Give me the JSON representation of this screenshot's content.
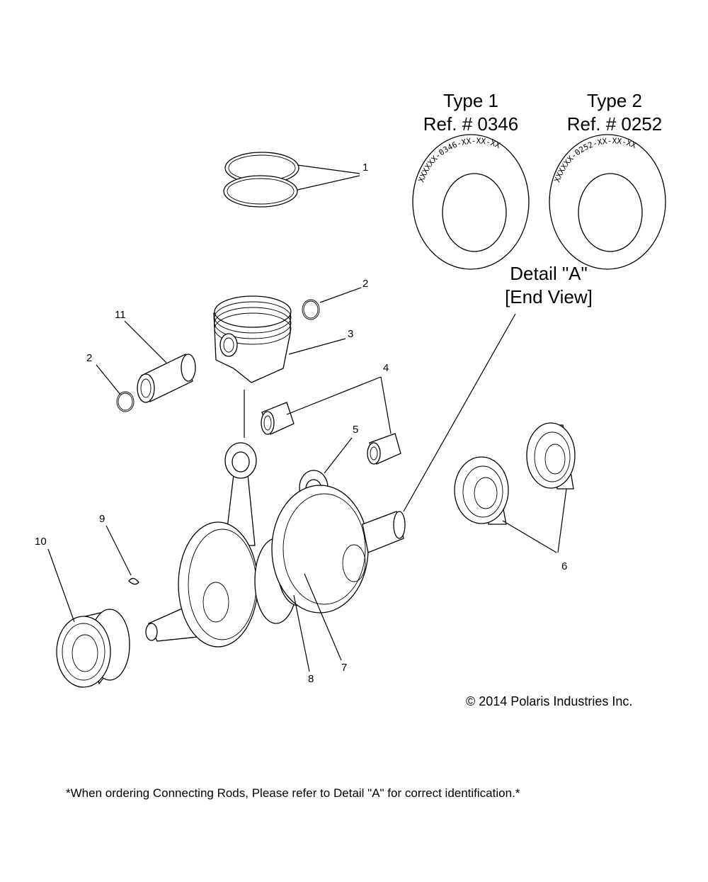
{
  "detail": {
    "type1_title": "Type 1",
    "type1_ref": "Ref. # 0346",
    "type1_marking": "XXXXXX-0346-XX-XX-XX",
    "type2_title": "Type 2",
    "type2_ref": "Ref. # 0252",
    "type2_marking": "XXXXXX-0252-XX-XX-XX",
    "caption_line1": "Detail \"A\"",
    "caption_line2": "[End View]"
  },
  "callouts": {
    "c1": "1",
    "c2a": "2",
    "c2b": "2",
    "c3": "3",
    "c4": "4",
    "c5": "5",
    "c6": "6",
    "c7": "7",
    "c8": "8",
    "c9": "9",
    "c10": "10",
    "c11": "11"
  },
  "copyright": "© 2014 Polaris Industries Inc.",
  "footnote": "*When ordering Connecting Rods, Please refer to Detail \"A\" for correct identification.*"
}
